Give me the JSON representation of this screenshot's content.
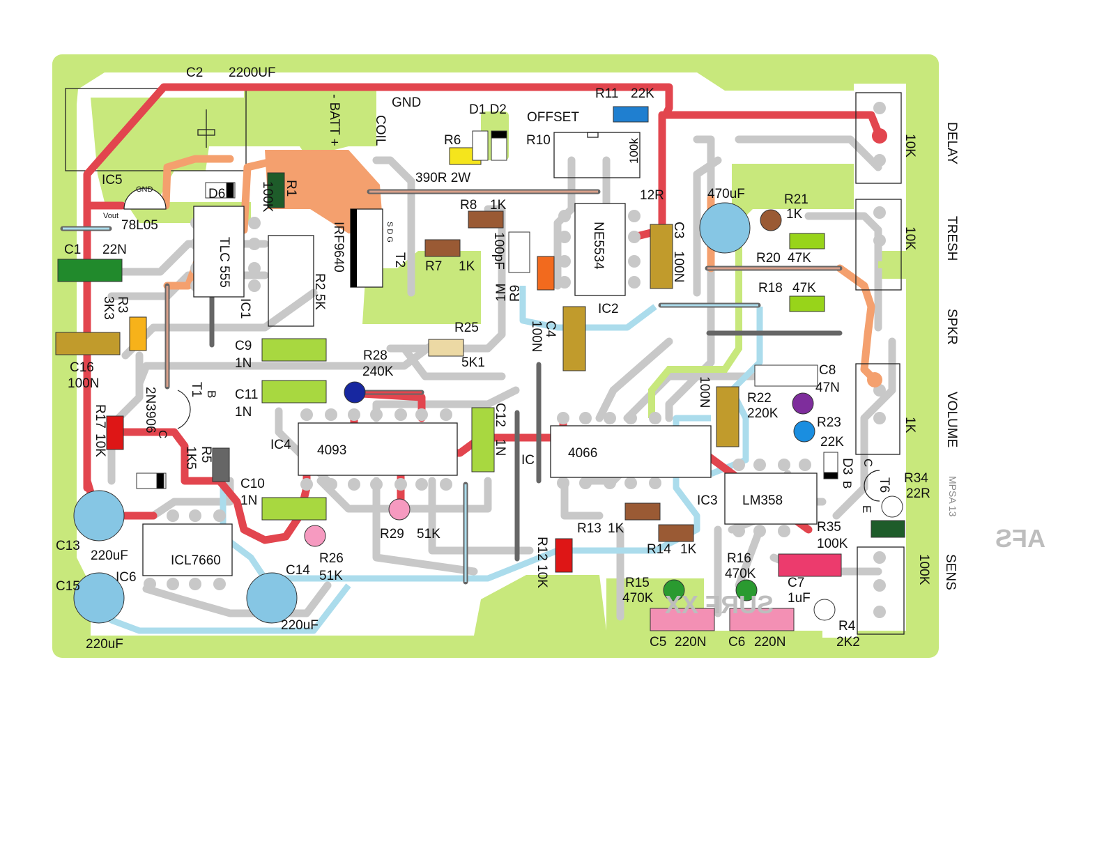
{
  "title": "Metal detector PCB component layout (SURF XX)",
  "board_text": {
    "silk_mirror": "SURF XX",
    "silk_mirror2": "AFS"
  },
  "connectors": {
    "gnd": "GND",
    "batt": "- BATT +",
    "coil": "COIL",
    "offset": "OFFSET",
    "delay": "DELAY",
    "tresh": "TRESH",
    "spkr": "SPKR",
    "volume": "VOLUME",
    "sens": "SENS",
    "diodes": "D1 D2",
    "mpsa": "MPSA 13"
  },
  "pots": {
    "delay": "10K",
    "tresh": "10K",
    "volume": "1K",
    "sens": "100K",
    "offset": "100k"
  },
  "components": {
    "C2": {
      "ref": "C2",
      "value": "2200UF"
    },
    "R11": {
      "ref": "R11",
      "value": "22K"
    },
    "R6": {
      "ref": "R6",
      "value": "390R 2W"
    },
    "R10": {
      "ref": "R10"
    },
    "IC5": {
      "ref": "IC5",
      "pin_gnd": "GND",
      "pin_vout": "Vout",
      "value": "78L05"
    },
    "D6": {
      "ref": "D6"
    },
    "R1": {
      "ref": "R1",
      "value": "100K"
    },
    "R31": {
      "value": "12R"
    },
    "C470": {
      "value": "470uF"
    },
    "R21": {
      "ref": "R21",
      "value": "1K"
    },
    "R8": {
      "ref": "R8",
      "value": "1K"
    },
    "T2": {
      "ref": "T2",
      "value": "IRF9640",
      "pins": "S D G"
    },
    "R7": {
      "ref": "R7",
      "value": "1K"
    },
    "Cpf": {
      "value": "100pF"
    },
    "IC2": {
      "ref": "IC2",
      "value": "NE5534"
    },
    "C3": {
      "ref": "C3",
      "value": "100N"
    },
    "R20": {
      "ref": "R20",
      "value": "47K"
    },
    "R18": {
      "ref": "R18",
      "value": "47K"
    },
    "IC1": {
      "ref": "IC1",
      "value": "TLC 555"
    },
    "R2": {
      "ref": "R2 5K"
    },
    "C1": {
      "ref": "C1",
      "value": "22N"
    },
    "R9": {
      "ref": "R9",
      "value": "1M"
    },
    "C4": {
      "ref": "C4",
      "value": "100N"
    },
    "R3": {
      "ref": "R3",
      "value": "3K3"
    },
    "R25": {
      "ref": "R25",
      "value": "5K1"
    },
    "C9": {
      "ref": "C9",
      "value": "1N"
    },
    "R28": {
      "ref": "R28",
      "value": "240K"
    },
    "C16": {
      "ref": "C16",
      "value": "100N"
    },
    "C8": {
      "ref": "C8",
      "value": "47N"
    },
    "T1": {
      "ref": "T1",
      "value": "2N3906",
      "pin_b": "B",
      "pin_c": "C"
    },
    "C11": {
      "ref": "C11",
      "value": "1N"
    },
    "R22": {
      "ref": "R22",
      "value": "220K"
    },
    "Cx": {
      "value": "100N"
    },
    "C12": {
      "ref": "C12",
      "value": "1N"
    },
    "IC4": {
      "ref": "IC4",
      "value": "4093"
    },
    "IC7": {
      "ref": "IC",
      "value": "4066"
    },
    "R17": {
      "ref": "R17",
      "value": "10K"
    },
    "R5": {
      "ref": "R5",
      "value": "1K5"
    },
    "R23": {
      "ref": "R23",
      "value": "22K"
    },
    "D3": {
      "ref": "D3"
    },
    "T6": {
      "ref": "T6",
      "pin_b": "B",
      "pin_c": "C",
      "pin_e": "E"
    },
    "R34": {
      "ref": "R34",
      "value": "22R"
    },
    "C10": {
      "ref": "C10",
      "value": "1N"
    },
    "IC3": {
      "ref": "IC3",
      "value": "LM358"
    },
    "R13": {
      "ref": "R13",
      "value": "1K"
    },
    "R14": {
      "ref": "R14",
      "value": "1K"
    },
    "R35": {
      "ref": "R35",
      "value": "100K"
    },
    "C13": {
      "ref": "C13",
      "value": "220uF"
    },
    "IC6": {
      "ref": "IC6",
      "value": "ICL7660"
    },
    "R26": {
      "ref": "R26",
      "value": "51K"
    },
    "R29": {
      "ref": "R29",
      "value": "51K"
    },
    "C14": {
      "ref": "C14",
      "value": "220uF"
    },
    "R12": {
      "ref": "R12",
      "value": "10K"
    },
    "R16": {
      "ref": "R16",
      "value": "470K"
    },
    "C7": {
      "ref": "C7",
      "value": "1uF"
    },
    "R15": {
      "ref": "R15",
      "value": "470K"
    },
    "C15": {
      "ref": "C15",
      "value": "220uF"
    },
    "C5": {
      "ref": "C5",
      "value": "220N"
    },
    "C6": {
      "ref": "C6",
      "value": "220N"
    },
    "R4": {
      "ref": "R4",
      "value": "2K2"
    }
  },
  "colors": {
    "board": "#c8e87c",
    "copper_gray": "#c8c8c8",
    "trace_red": "#e2454e",
    "trace_blue": "#abdcec",
    "trace_orange": "#f4a06e"
  }
}
